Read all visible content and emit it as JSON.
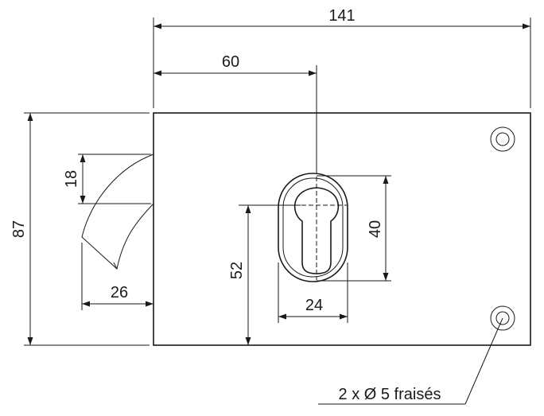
{
  "drawing": {
    "dimensions": {
      "total_width": "141",
      "cylinder_offset": "60",
      "height": "87",
      "bolt_height": "18",
      "bolt_length": "26",
      "cylinder_center_height": "52",
      "escutcheon_height": "40",
      "escutcheon_width": "24"
    },
    "note": "2 x Ø 5 fraisés"
  }
}
